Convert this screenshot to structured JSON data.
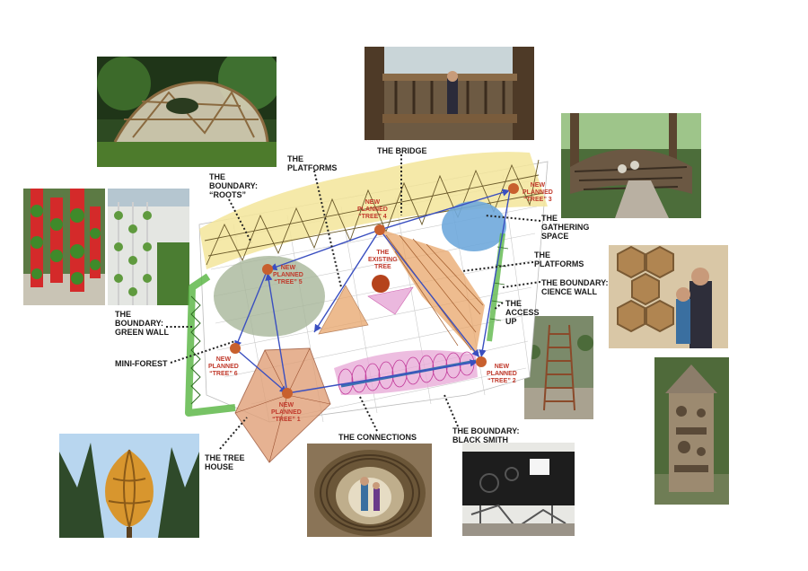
{
  "labels": {
    "bridge": "THE BRIDGE",
    "platforms_top": "THE PLATFORMS",
    "boundary_roots_1": "THE",
    "boundary_roots_2": "BOUNDARY:",
    "boundary_roots_3": "“ROOTS”",
    "gathering_1": "THE",
    "gathering_2": "GATHERING",
    "gathering_3": "SPACE",
    "platforms_right_1": "THE",
    "platforms_right_2": "PLATFORMS",
    "science_wall_1": "THE BOUNDARY:",
    "science_wall_2": "CIENCE WALL",
    "access_up_1": "THE",
    "access_up_2": "ACCESS",
    "access_up_3": "UP",
    "green_wall_1": "THE",
    "green_wall_2": "BOUNDARY:",
    "green_wall_3": "GREEN WALL",
    "mini_forest": "MINI-FOREST",
    "tree_house_1": "THE TREE",
    "tree_house_2": "HOUSE",
    "connections": "THE CONNECTIONS",
    "black_smith_1": "THE BOUNDARY:",
    "black_smith_2": "BLACK SMITH"
  },
  "trees": {
    "t1_1": "NEW",
    "t1_2": "PLANNED",
    "t1_3": "“TREE” 1",
    "t2_1": "NEW",
    "t2_2": "PLANNED",
    "t2_3": "“TREE” 2",
    "t3_1": "NEW",
    "t3_2": "PLANNED",
    "t3_3": "“TREE” 3",
    "t4_1": "NEW",
    "t4_2": "PLANNED",
    "t4_3": "“TREE” 4",
    "t5_1": "NEW",
    "t5_2": "PLANNED",
    "t5_3": "“TREE” 5",
    "t6_1": "NEW",
    "t6_2": "PLANNED",
    "t6_3": "“TREE” 6",
    "existing_1": "THE",
    "existing_2": "EXISTING",
    "existing_3": "TREE"
  },
  "colors": {
    "tree_marker": "#c8602e",
    "existing_tree": "#b5431c",
    "roots_fill": "#f3e59a",
    "green_wall": "#5fb84a",
    "gathering": "#6fa8dc",
    "platform_fill": "#e8a56a",
    "connections": "#d55ab0",
    "arrow": "#3a4fc0"
  },
  "photos": [
    "woven-dome-photo",
    "tree-bridge-photo",
    "willow-gathering-photo",
    "red-green-wall-photo",
    "white-green-wall-photo",
    "insect-hotel-photo",
    "ladder-sculpture-photo",
    "bug-tower-photo",
    "pod-treehouse-photo",
    "willow-tunnel-photo",
    "blacksmith-gate-photo"
  ]
}
